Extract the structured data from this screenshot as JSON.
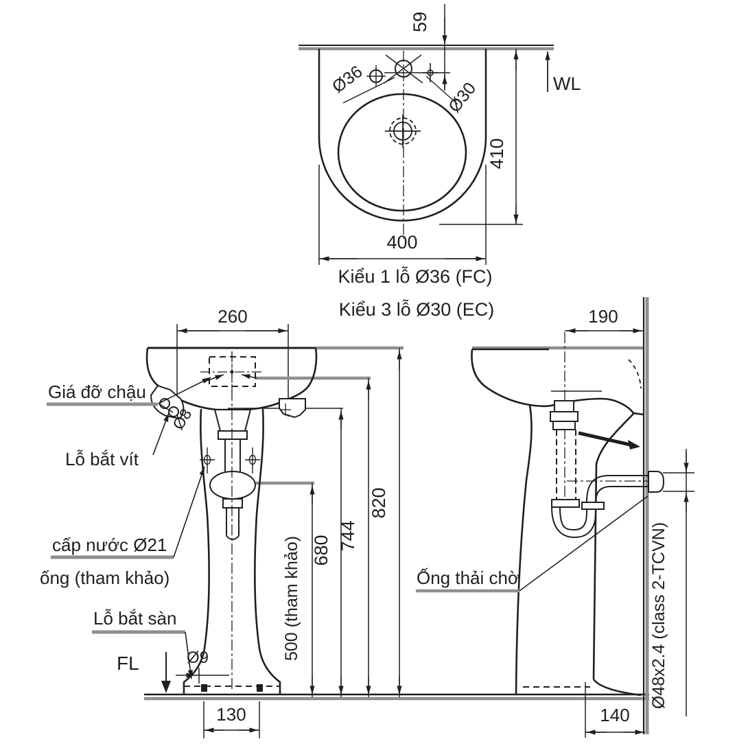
{
  "colors": {
    "ink": "#1f1f1f",
    "gray_line": "#8f8f8f"
  },
  "top_view": {
    "dim_wall_to_hole": "59",
    "wall_label": "WL",
    "hole_left_label": "Ø36",
    "hole_right_label": "Ø30",
    "dim_depth": "410",
    "dim_width": "400",
    "caption_fc": "Kiểu 1 lỗ Ø36 (FC)",
    "caption_ec": "Kiểu 3 lỗ Ø30 (EC)"
  },
  "front_view": {
    "dim_top_width": "260",
    "label_bracket": "Giá đỡ chậu",
    "label_screw_hole": "Lỗ bắt vít",
    "label_bracket_hole_dia": "Ø8",
    "label_water_supply": "cấp nước Ø21",
    "label_water_supply_2": "ống (tham khảo)",
    "label_floor_hole": "Lỗ bắt sàn",
    "label_floor_level": "FL",
    "label_floor_hole_dia": "Ø9",
    "dim_base_bolts": "130",
    "dim_trap_height": "500 (tham khảo)",
    "dim_bracket_height": "680",
    "dim_hole_height": "744",
    "dim_rim_height": "820"
  },
  "side_view": {
    "dim_drain_to_wall": "190",
    "label_waste_pipe": "Ống thải chờ",
    "label_pipe_spec": "Ø48x2.4 (class 2-TCVN)",
    "dim_base_to_wall": "140"
  }
}
